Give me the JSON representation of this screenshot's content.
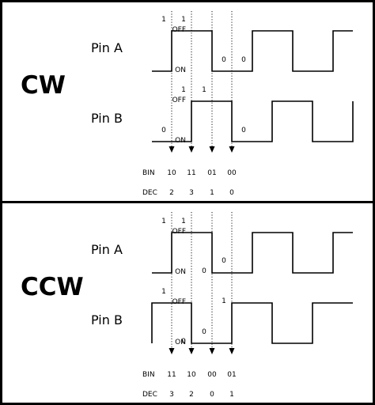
{
  "levels": {
    "off": "OFF",
    "on": "ON"
  },
  "row_labels": {
    "bin": "BIN",
    "dec": "DEC"
  },
  "panels": [
    {
      "direction": "CW",
      "pin_a": {
        "label": "Pin A",
        "bits": [
          {
            "text": "1",
            "level": "off"
          },
          {
            "text": "1",
            "level": "off"
          },
          {
            "text": "0",
            "level": "on"
          },
          {
            "text": "0",
            "level": "on"
          }
        ]
      },
      "pin_b": {
        "label": "Pin B",
        "bits": [
          {
            "text": "0",
            "level": "on"
          },
          {
            "text": "1",
            "level": "off"
          },
          {
            "text": "1",
            "level": "off"
          },
          {
            "text": "0",
            "level": "on"
          }
        ]
      },
      "bin": [
        "10",
        "11",
        "01",
        "00"
      ],
      "dec": [
        "2",
        "3",
        "1",
        "0"
      ]
    },
    {
      "direction": "CCW",
      "pin_a": {
        "label": "Pin A",
        "bits": [
          {
            "text": "1",
            "level": "off"
          },
          {
            "text": "1",
            "level": "off"
          },
          {
            "text": "0",
            "level": "on"
          },
          {
            "text": "0",
            "level": "on"
          }
        ]
      },
      "pin_b": {
        "label": "Pin B",
        "bits": [
          {
            "text": "1",
            "level": "off"
          },
          {
            "text": "0",
            "level": "on"
          },
          {
            "text": "0",
            "level": "on"
          },
          {
            "text": "1",
            "level": "off"
          }
        ]
      },
      "bin": [
        "11",
        "10",
        "00",
        "01"
      ],
      "dec": [
        "3",
        "2",
        "0",
        "1"
      ]
    }
  ]
}
